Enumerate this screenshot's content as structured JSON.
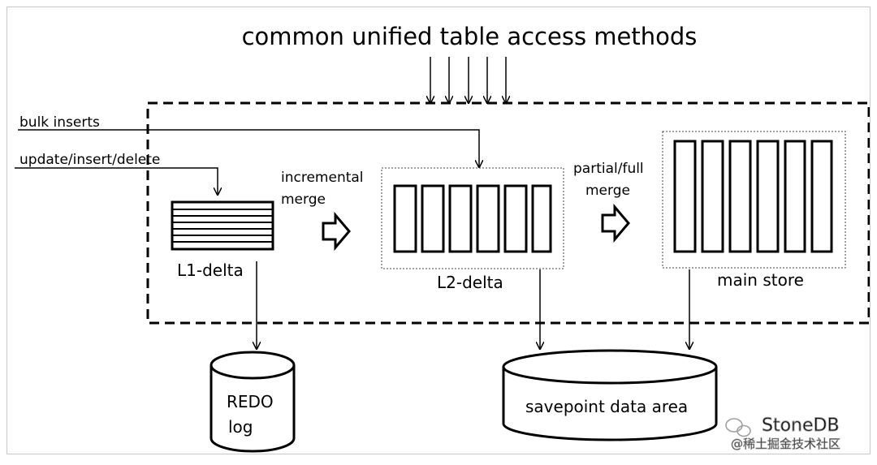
{
  "title": "common unified table access methods",
  "inputs": {
    "bulk_inserts": "bulk inserts",
    "update_insert_delete": "update/insert/delete"
  },
  "merges": {
    "incremental_line1": "incremental",
    "incremental_line2": "merge",
    "partial_line1": "partial/full",
    "partial_line2": "merge"
  },
  "stores": {
    "l1_delta": "L1-delta",
    "l2_delta": "L2-delta",
    "main_store": "main store"
  },
  "storage": {
    "redo_line1": "REDO",
    "redo_line2": "log",
    "savepoint": "savepoint data area"
  },
  "watermark": {
    "brand": "StoneDB",
    "community": "@稀土掘金技术社区"
  }
}
